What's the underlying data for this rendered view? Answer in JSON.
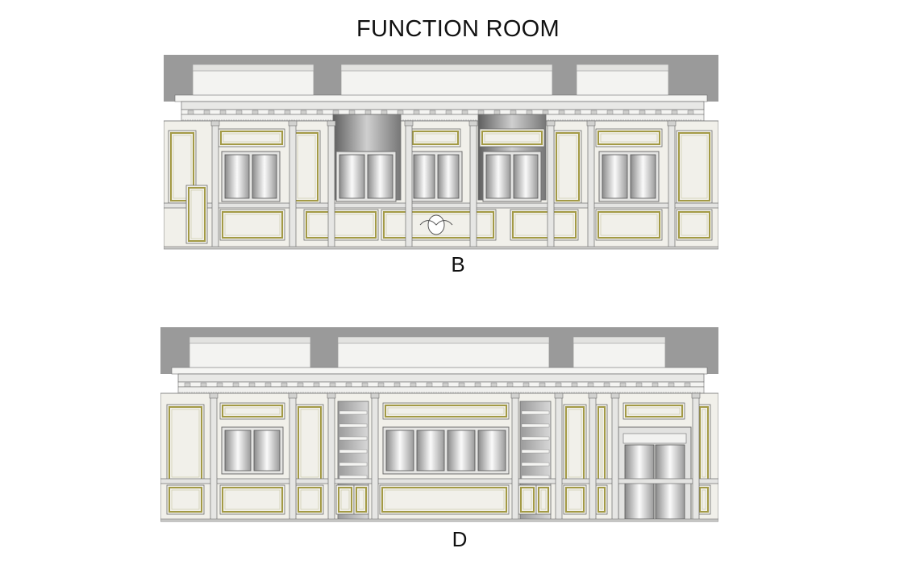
{
  "title": "FUNCTION ROOM",
  "elevations": [
    {
      "id": "b",
      "label": "B"
    },
    {
      "id": "d",
      "label": "D"
    }
  ],
  "colors": {
    "ceiling": "#9a9a9a",
    "soffit": "#f3f3f1",
    "panel": "#f1f0ea",
    "trim_gold": "#a39a45",
    "line": "#6e6e6e",
    "window_dark": "#8e8e8e",
    "recess_dark": "#7a7a7a"
  }
}
